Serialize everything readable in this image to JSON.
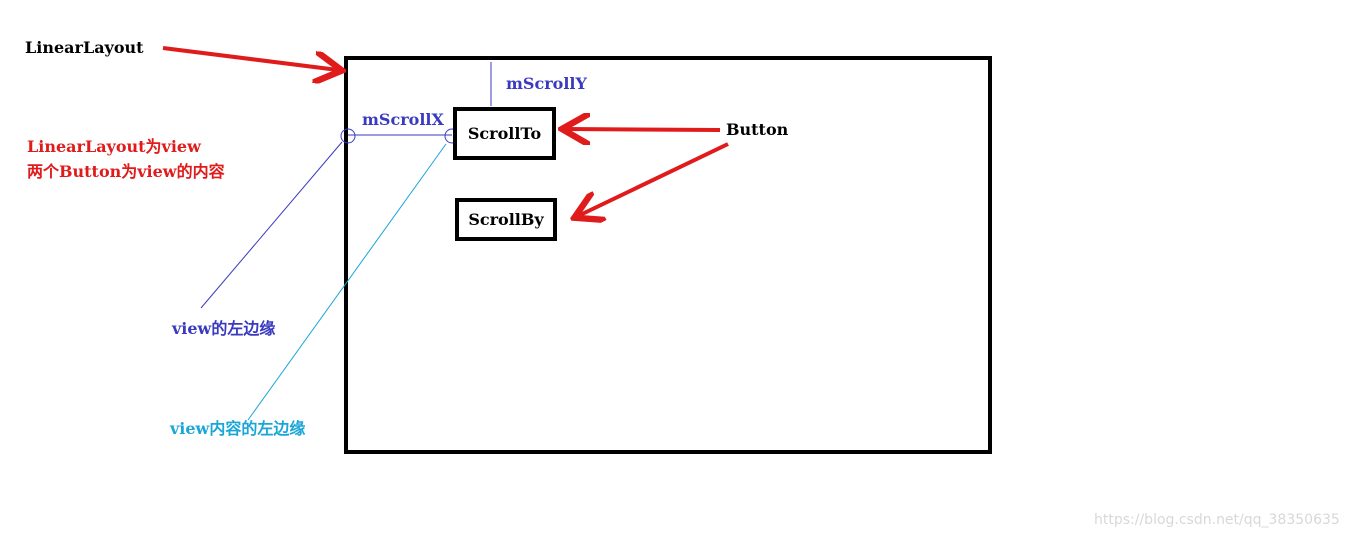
{
  "labels": {
    "linear_layout": "LinearLayout",
    "m_scroll_y": "mScrollY",
    "m_scroll_x": "mScrollX",
    "button": "Button",
    "note_line1": "LinearLayout为view",
    "note_line2": "两个Button为view的内容",
    "view_left_edge": "view的左边缘",
    "view_content_left_edge": "view内容的左边缘"
  },
  "buttons": {
    "scroll_to": "ScrollTo",
    "scroll_by": "ScrollBy"
  },
  "watermark": "https://blog.csdn.net/qq_38350635",
  "colors": {
    "arrow": "#e01b1b",
    "view_edge": "#3a3ac0",
    "content_edge": "#1ba6d8",
    "frame": "#000000"
  }
}
